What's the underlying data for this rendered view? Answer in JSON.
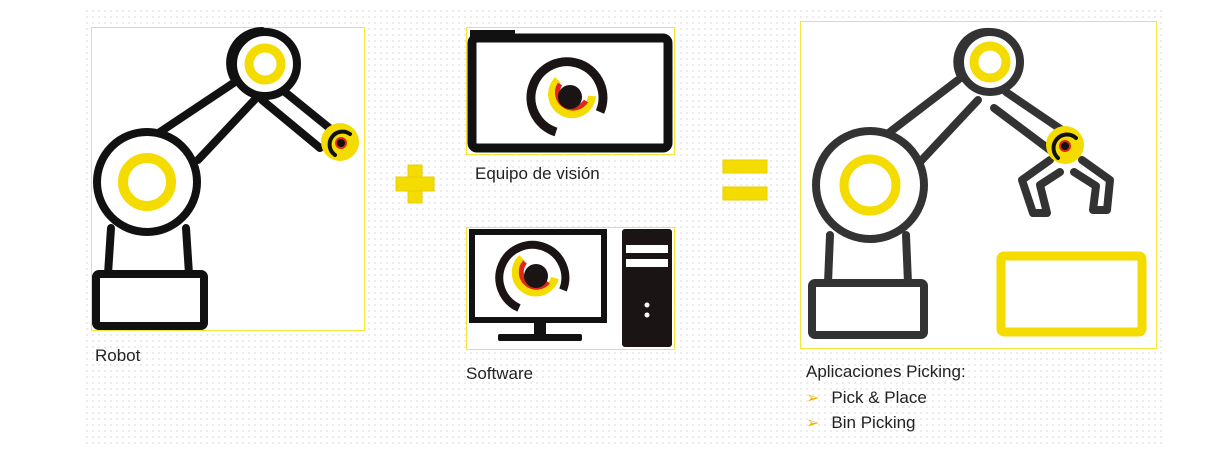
{
  "labels": {
    "robot": "Robot",
    "vision": "Equipo de visión",
    "software": "Software",
    "applications_title": "Aplicaciones Picking:",
    "applications": [
      "Pick & Place",
      "Bin Picking"
    ]
  },
  "operators": {
    "plus": "plus-icon",
    "equals": "equals-icon"
  },
  "colors": {
    "yellow": "#f5dc00",
    "dark": "#1a1414",
    "gray": "#333333",
    "red": "#e0261b",
    "border": "#f3e53c"
  }
}
